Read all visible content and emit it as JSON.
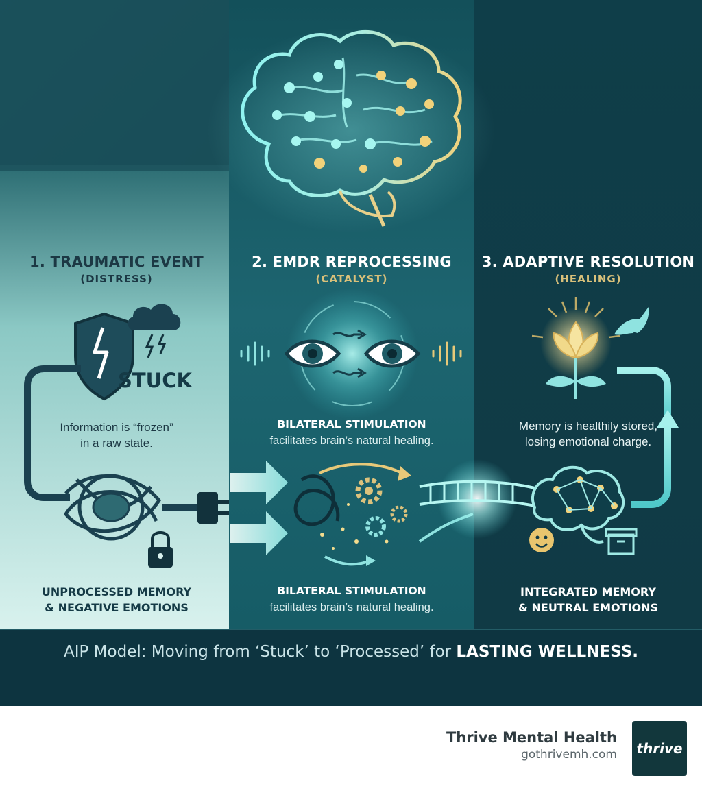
{
  "steps": [
    {
      "title": "1. TRAUMATIC EVENT",
      "subtitle": "(DISTRESS)",
      "icon_label": "STUCK",
      "description": [
        "Information is “frozen”",
        "in a raw state."
      ],
      "caption": [
        "UNPROCESSED MEMORY",
        "& NEGATIVE EMOTIONS"
      ],
      "icons": [
        "shield-icon",
        "storm-cloud-icon",
        "tangled-brain-icon",
        "padlock-icon",
        "plug-icon"
      ]
    },
    {
      "title": "2. EMDR REPROCESSING",
      "subtitle": "(CATALYST)",
      "description_heading": "BILATERAL STIMULATION",
      "description": "facilitates brain’s natural healing.",
      "caption_heading": "BILATERAL STIMULATION",
      "caption": "facilitates brain’s natural healing.",
      "icons": [
        "eyes-icon",
        "sound-wave-icon",
        "gear-icon",
        "bridge-icon"
      ]
    },
    {
      "title": "3. ADAPTIVE RESOLUTION",
      "subtitle": "(HEALING)",
      "description": [
        "Memory is healthily stored,",
        "losing emotional charge."
      ],
      "caption": [
        "INTEGRATED MEMORY",
        "& NEUTRAL EMOTIONS"
      ],
      "icons": [
        "lotus-icon",
        "dove-icon",
        "network-brain-icon",
        "smiley-icon",
        "storage-box-icon"
      ]
    }
  ],
  "footer": {
    "text_light": "AIP Model: Moving from ‘Stuck’ to ‘Processed’ for ",
    "text_bold": "LASTING WELLNESS."
  },
  "brand": {
    "name": "Thrive Mental Health",
    "url": "gothrivemh.com",
    "logo_text": "thrive"
  },
  "colors": {
    "dark_teal": "#0f3a45",
    "teal": "#1d5c66",
    "light_teal": "#c9ece8",
    "glow_cyan": "#7fe6e8",
    "gold": "#e8c56e",
    "navy_text": "#1c3844"
  }
}
